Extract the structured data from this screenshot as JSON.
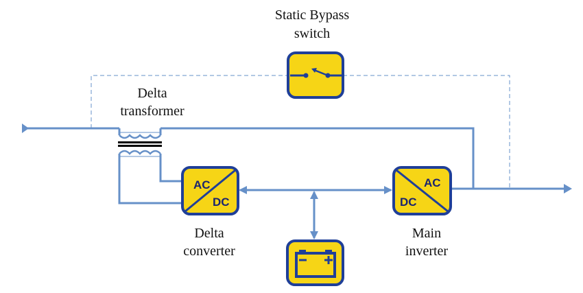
{
  "labels": {
    "bypass_line1": "Static Bypass",
    "bypass_line2": "switch",
    "transformer_line1": "Delta",
    "transformer_line2": "transformer",
    "converter_line1": "Delta",
    "converter_line2": "converter",
    "inverter_line1": "Main",
    "inverter_line2": "inverter"
  },
  "delta_converter": {
    "top": "AC",
    "bottom": "DC"
  },
  "main_inverter": {
    "top": "AC",
    "bottom": "DC"
  },
  "colors": {
    "line": "#6690c8",
    "box_fill": "#f6d516",
    "box_border": "#1f3f98",
    "box_text": "#1a2470",
    "core": "#000000"
  },
  "icons": {
    "switch": "switch-icon",
    "battery": "battery-icon"
  }
}
